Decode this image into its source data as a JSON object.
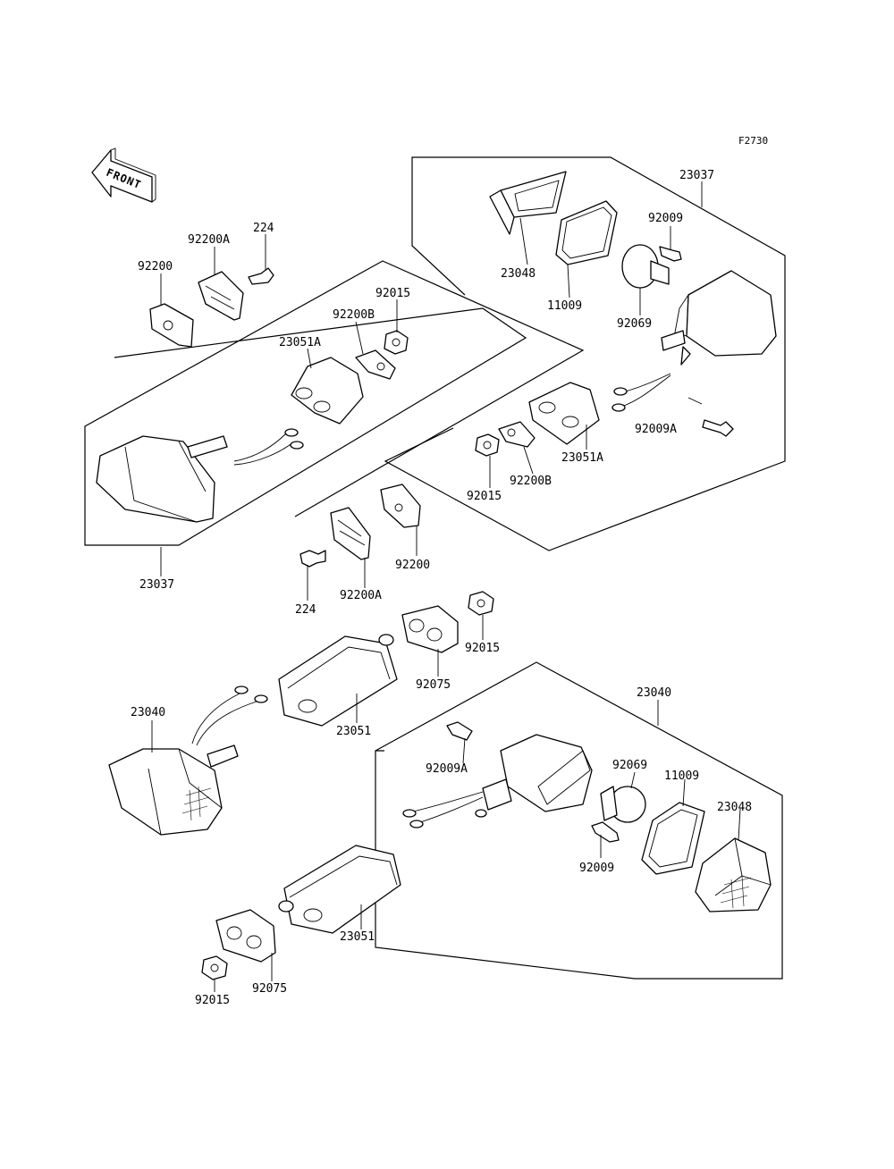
{
  "figure_code": "F2730",
  "front_arrow_label": "FRONT",
  "labels": {
    "rear_right_assembly": "23037",
    "rear_right_lens": "23048",
    "rear_right_gasket": "11009",
    "rear_right_screw": "92009",
    "rear_right_bulb": "92069",
    "rear_right_screw_a": "92009A",
    "rear_right_stay": "23051A",
    "rear_right_plate_b": "92200B",
    "rear_right_nut": "92015",
    "rear_left_assembly": "23037",
    "rear_left_stay": "23051A",
    "rear_left_plate_b": "92200B",
    "rear_left_nut": "92015",
    "top_plate": "92200",
    "top_plate_a": "92200A",
    "top_bolt": "224",
    "mid_plate": "92200",
    "mid_plate_a": "92200A",
    "mid_bolt": "224",
    "front_left_assembly": "23040",
    "front_left_stay": "23051",
    "front_left_grommet": "92075",
    "front_left_nut": "92015",
    "front_right_assembly": "23040",
    "front_right_screw_a": "92009A",
    "front_right_bulb": "92069",
    "front_right_gasket": "11009",
    "front_right_lens": "23048",
    "front_right_screw": "92009",
    "front_right_stay": "23051",
    "front_right_grommet": "92075",
    "front_right_nut": "92015"
  }
}
